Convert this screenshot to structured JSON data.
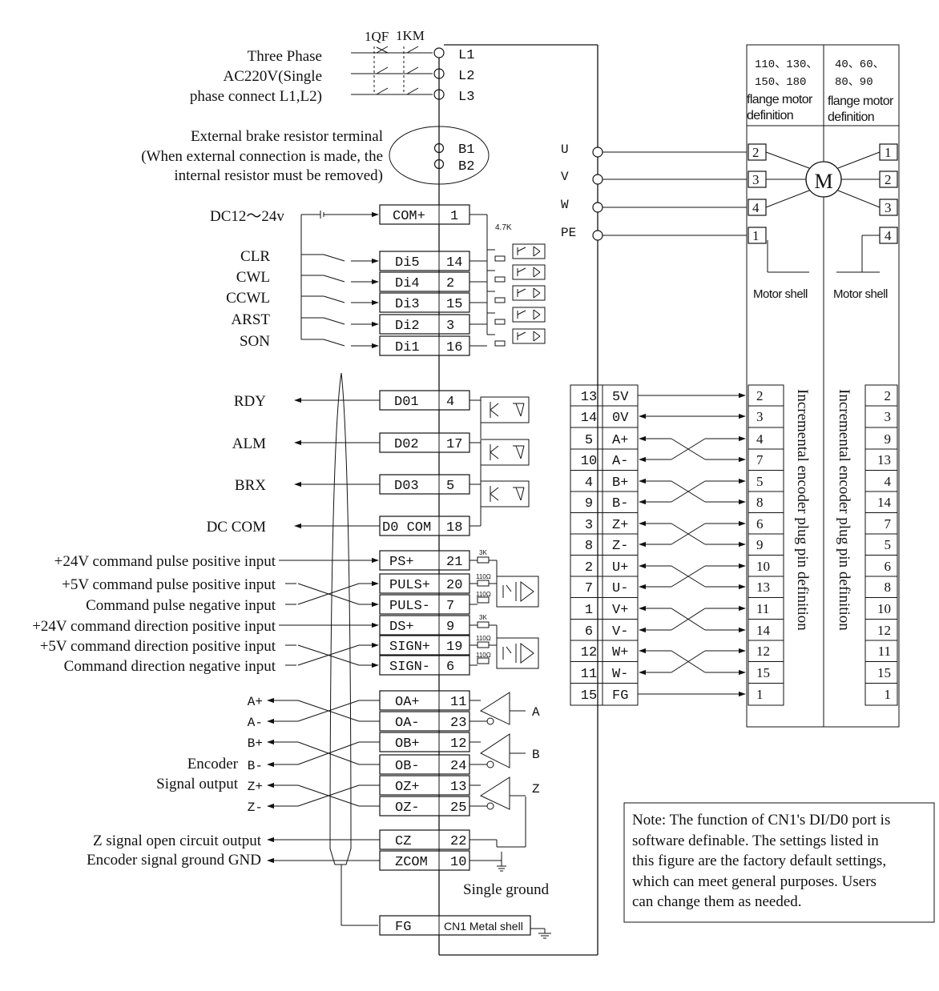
{
  "power": {
    "qf_label": "1QF",
    "km_label": "1KM",
    "source_lines": [
      "Three Phase",
      "AC220V(Single",
      "phase connect L1,L2)"
    ],
    "terminals": [
      "L1",
      "L2",
      "L3"
    ]
  },
  "brake": {
    "lines": [
      "External brake resistor terminal",
      "(When external connection is made, the",
      "internal resistor must be removed)"
    ],
    "terminals": [
      "B1",
      "B2"
    ]
  },
  "dc_supply": "DC12～24v",
  "resistor_value": "4.7K",
  "com_plus": {
    "name": "COM+",
    "pin": "1"
  },
  "inputs": [
    {
      "signal": "CLR",
      "name": "Di5",
      "pin": "14"
    },
    {
      "signal": "CWL",
      "name": "Di4",
      "pin": "2"
    },
    {
      "signal": "CCWL",
      "name": "Di3",
      "pin": "15"
    },
    {
      "signal": "ARST",
      "name": "Di2",
      "pin": "3"
    },
    {
      "signal": "SON",
      "name": "Di1",
      "pin": "16"
    }
  ],
  "outputs": [
    {
      "signal": "RDY",
      "name": "D01",
      "pin": "4"
    },
    {
      "signal": "ALM",
      "name": "D02",
      "pin": "17"
    },
    {
      "signal": "BRX",
      "name": "D03",
      "pin": "5"
    },
    {
      "signal": "DC COM",
      "name": "D0 COM",
      "pin": "18"
    }
  ],
  "pulse_inputs": [
    {
      "desc": "+24V command pulse positive input",
      "name": "PS+",
      "pin": "21"
    },
    {
      "desc": "+5V command pulse positive input",
      "name": "PULS+",
      "pin": "20"
    },
    {
      "desc": "Command pulse negative input",
      "name": "PULS-",
      "pin": "7"
    },
    {
      "desc": "+24V command direction positive input",
      "name": "DS+",
      "pin": "9"
    },
    {
      "desc": "+5V command direction positive input",
      "name": "SIGN+",
      "pin": "19"
    },
    {
      "desc": "Command direction negative input",
      "name": "SIGN-",
      "pin": "6"
    }
  ],
  "pulse_resistors": {
    "r3k": "3K",
    "r110": "110Ω"
  },
  "encoder_out": {
    "signals": [
      "A+",
      "A-",
      "B+",
      "B-",
      "Z+",
      "Z-"
    ],
    "pins": [
      {
        "name": "OA+",
        "pin": "11"
      },
      {
        "name": "OA-",
        "pin": "23"
      },
      {
        "name": "OB+",
        "pin": "12"
      },
      {
        "name": "OB-",
        "pin": "24"
      },
      {
        "name": "OZ+",
        "pin": "13"
      },
      {
        "name": "OZ-",
        "pin": "25"
      }
    ],
    "label_line1": "Encoder",
    "label_line2": "Signal output",
    "drivers": [
      "A",
      "B",
      "Z"
    ]
  },
  "z_open": {
    "desc": "Z signal open circuit output",
    "name": "CZ",
    "pin": "22"
  },
  "zcom": {
    "desc": "Encoder signal ground GND",
    "name": "ZCOM",
    "pin": "10"
  },
  "single_ground": "Single ground",
  "fg": {
    "name": "FG",
    "shell": "CN1 Metal shell"
  },
  "motor_terminals": [
    "U",
    "V",
    "W",
    "PE"
  ],
  "motor_header": {
    "left_sizes_1": "110、130、",
    "left_sizes_2": "150、180",
    "left_def": [
      "flange motor",
      "definition"
    ],
    "right_sizes_1": "40、60、",
    "right_sizes_2": "80、90",
    "right_def": [
      "flange motor",
      "definition"
    ]
  },
  "motor_pins_left": [
    "2",
    "3",
    "4",
    "1"
  ],
  "motor_pins_right": [
    "1",
    "2",
    "3",
    "4"
  ],
  "motor_symbol": "M",
  "motor_shell": "Motor shell",
  "encoder_conn": [
    {
      "pin": "13",
      "name": "5V",
      "left": "2",
      "right": "2"
    },
    {
      "pin": "14",
      "name": "0V",
      "left": "3",
      "right": "3"
    },
    {
      "pin": "5",
      "name": "A+",
      "left": "4",
      "right": "9"
    },
    {
      "pin": "10",
      "name": "A-",
      "left": "7",
      "right": "13"
    },
    {
      "pin": "4",
      "name": "B+",
      "left": "5",
      "right": "4"
    },
    {
      "pin": "9",
      "name": "B-",
      "left": "8",
      "right": "14"
    },
    {
      "pin": "3",
      "name": "Z+",
      "left": "6",
      "right": "7"
    },
    {
      "pin": "8",
      "name": "Z-",
      "left": "9",
      "right": "5"
    },
    {
      "pin": "2",
      "name": "U+",
      "left": "10",
      "right": "6"
    },
    {
      "pin": "7",
      "name": "U-",
      "left": "13",
      "right": "8"
    },
    {
      "pin": "1",
      "name": "V+",
      "left": "11",
      "right": "10"
    },
    {
      "pin": "6",
      "name": "V-",
      "left": "14",
      "right": "12"
    },
    {
      "pin": "12",
      "name": "W+",
      "left": "12",
      "right": "11"
    },
    {
      "pin": "11",
      "name": "W-",
      "left": "15",
      "right": "15"
    },
    {
      "pin": "15",
      "name": "FG",
      "left": "1",
      "right": "1"
    }
  ],
  "encoder_def_label": "Incremental encoder plug pin definition",
  "note_lines": [
    "Note: The function of CN1's DI/D0 port is",
    "software definable. The settings listed in",
    "this figure are the factory default settings,",
    "which can meet general purposes. Users",
    "can change them as needed."
  ]
}
